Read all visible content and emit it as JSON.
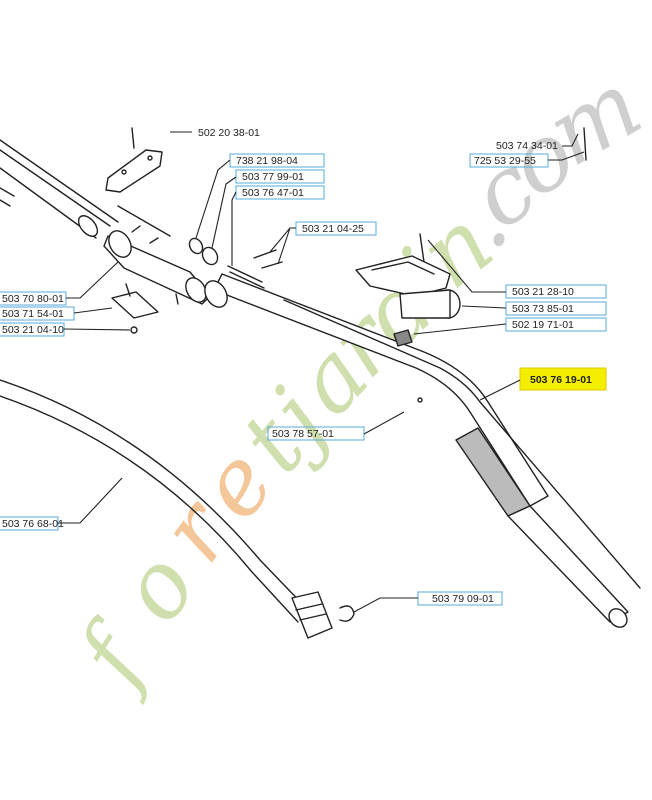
{
  "parts": [
    {
      "id": "p1",
      "label": "502 20 38-01"
    },
    {
      "id": "p2",
      "label": "738 21 98-04"
    },
    {
      "id": "p3",
      "label": "503 77 99-01"
    },
    {
      "id": "p4",
      "label": "503 76 47-01"
    },
    {
      "id": "p5",
      "label": "503 21 04-25"
    },
    {
      "id": "p6",
      "label": "503 74 34-01"
    },
    {
      "id": "p7",
      "label": "725 53 29-55"
    },
    {
      "id": "p8",
      "label": "503 21 28-10"
    },
    {
      "id": "p9",
      "label": "503 73 85-01"
    },
    {
      "id": "p10",
      "label": "502 19 71-01"
    },
    {
      "id": "p11",
      "label": "503 76 19-01"
    },
    {
      "id": "p12",
      "label": "503 78 57-01"
    },
    {
      "id": "p13",
      "label": "503 70 80-01"
    },
    {
      "id": "p14",
      "label": "503 71 54-01"
    },
    {
      "id": "p15",
      "label": "503 21 04-10"
    },
    {
      "id": "p16",
      "label": "503 76 68-01"
    },
    {
      "id": "p17",
      "label": "503 79 09-01"
    }
  ],
  "highlighted_part": "503 76 19-01",
  "watermark": {
    "text": "foretjardin.com",
    "letters": [
      "f",
      "o",
      "r",
      "e",
      "t",
      "j",
      "a",
      "r",
      "d",
      "i",
      "n",
      ".",
      "c",
      "o",
      "m"
    ],
    "colors": {
      "green": "#cfe0ae",
      "orange": "#f3c79a",
      "gray": "#cfcfcf"
    }
  },
  "colors": {
    "label_box": "#58a9d8",
    "highlight": "#f4ee00",
    "line": "#222222"
  }
}
